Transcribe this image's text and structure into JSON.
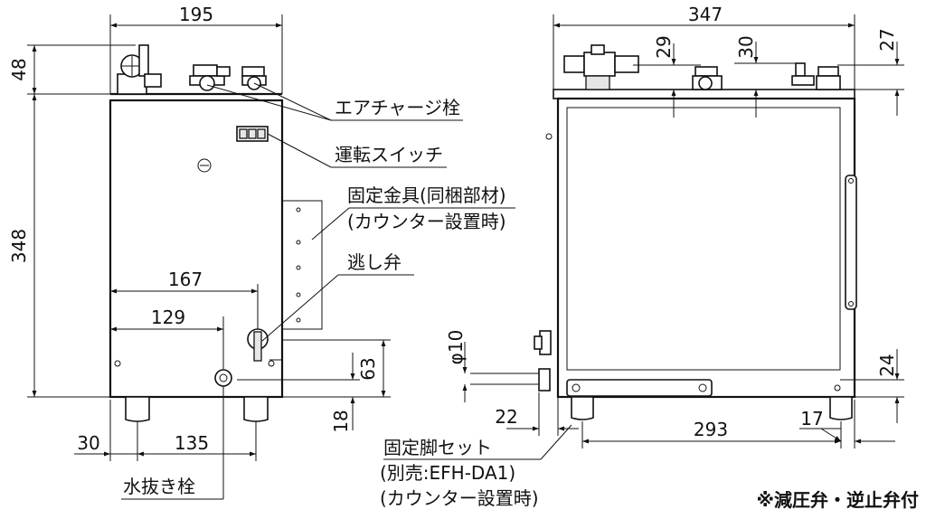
{
  "dimensions": {
    "side_width": "195",
    "side_top_height": "48",
    "side_body_height": "348",
    "handle_offset": "167",
    "drain_offset": "129",
    "relief_height": "63",
    "foot_height": "18",
    "foot_side_offset": "30",
    "foot_spacing": "135",
    "front_width": "347",
    "fitting_height_1": "29",
    "fitting_height_2": "30",
    "fitting_height_3": "27",
    "pipe_diameter": "φ10",
    "pipe_height": "24",
    "foot_front_offset": "22",
    "foot_front_spacing": "293",
    "foot_front_right": "17"
  },
  "labels": {
    "air_charge_plug": "エアチャージ栓",
    "run_switch": "運転スイッチ",
    "bracket_line1": "固定金具(同梱部材)",
    "bracket_line2": "(カウンター設置時)",
    "relief_valve": "逃し弁",
    "drain_plug": "水抜き栓",
    "foot_set_line1": "固定脚セット",
    "foot_set_line2": "(別売:EFH-DA1)",
    "foot_set_line3": "(カウンター設置時)",
    "footnote": "※減圧弁・逆止弁付"
  }
}
